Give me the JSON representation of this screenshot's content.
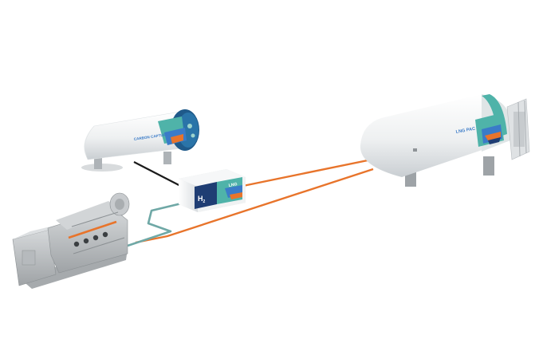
{
  "labels": {
    "carbon_capture": "CARBON CAPTURE",
    "lng_pac": "LNG PAC",
    "hydrogen_main": "H",
    "hydrogen_sub": "2",
    "lng_module": "LNG"
  },
  "colors": {
    "background": "#ffffff",
    "tank_white": "#f2f4f5",
    "tank_shade": "#c9ced2",
    "teal": "#4fb3a9",
    "navy": "#1f3d73",
    "blue": "#3a7bc8",
    "orange_pipe": "#e8742b",
    "teal_pipe": "#6fa8a6",
    "engine_gray": "#b9bcbf",
    "black_cable": "#1a1a1a"
  },
  "icons": [
    "carbon-capture-tank",
    "lng-pac-tank",
    "hydrogen-lng-module",
    "engine-genset"
  ]
}
